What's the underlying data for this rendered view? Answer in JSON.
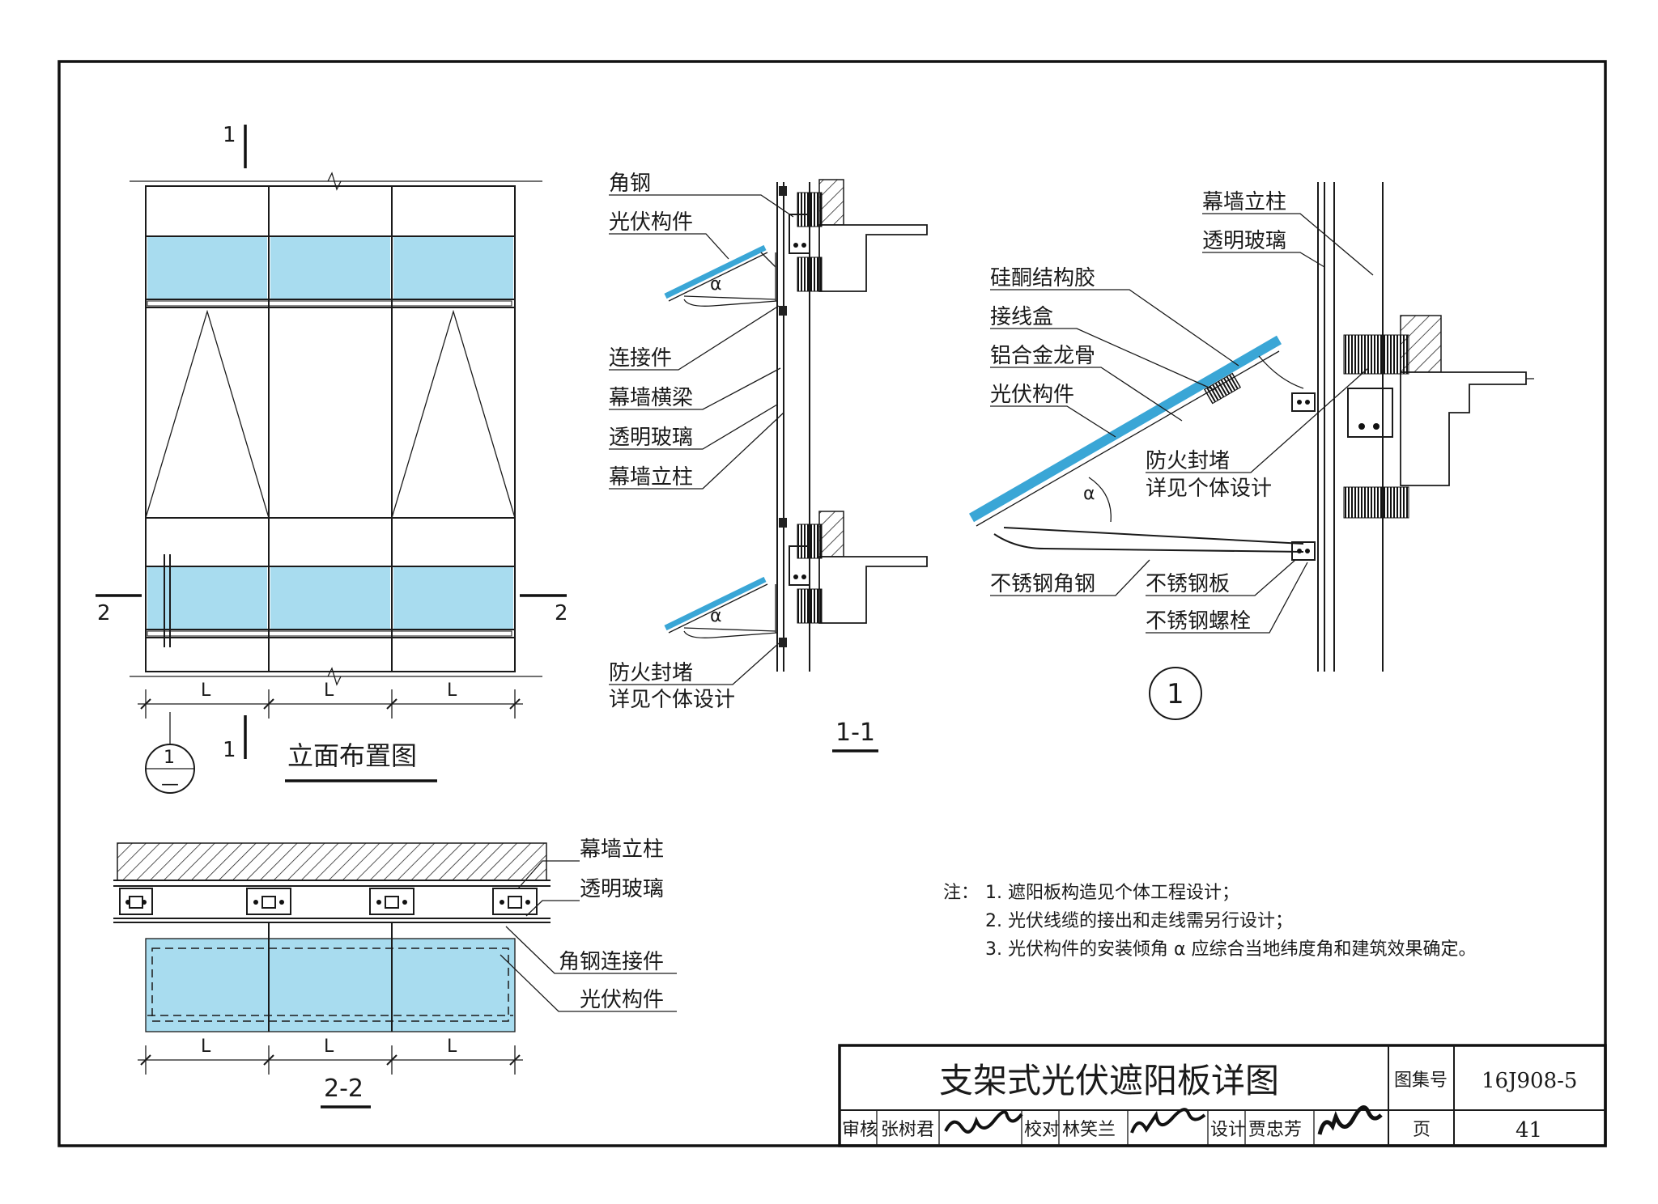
{
  "elevation": {
    "section_mark_top": "1",
    "section_mark_bottom": "1",
    "section_2_left": "2",
    "section_2_right": "2",
    "dims": [
      "L",
      "L",
      "L"
    ],
    "detail_ref_num": "1",
    "detail_ref_sheet": "—",
    "title": "立面布置图"
  },
  "section_1_1": {
    "labels": {
      "angle_steel": "角钢",
      "pv_component": "光伏构件",
      "connector": "连接件",
      "cw_transom": "幕墙横梁",
      "clear_glass": "透明玻璃",
      "cw_mullion": "幕墙立柱",
      "fire_seal_1": "防火封堵",
      "fire_seal_2": "详见个体设计",
      "alpha": "α"
    },
    "title": "1-1"
  },
  "detail_1": {
    "labels": {
      "cw_mullion": "幕墙立柱",
      "clear_glass": "透明玻璃",
      "silicone": "硅酮结构胶",
      "junction_box": "接线盒",
      "alu_keel": "铝合金龙骨",
      "pv_component": "光伏构件",
      "fire_seal_1": "防火封堵",
      "fire_seal_2": "详见个体设计",
      "ss_angle": "不锈钢角钢",
      "ss_plate": "不锈钢板",
      "ss_bolt": "不锈钢螺栓",
      "alpha": "α"
    },
    "number": "1"
  },
  "section_2_2": {
    "labels": {
      "cw_mullion": "幕墙立柱",
      "clear_glass": "透明玻璃",
      "angle_connector": "角钢连接件",
      "pv_component": "光伏构件"
    },
    "dims": [
      "L",
      "L",
      "L"
    ],
    "title": "2-2"
  },
  "notes": {
    "prefix": "注：",
    "items": [
      "1. 遮阳板构造见个体工程设计；",
      "2. 光伏线缆的接出和走线需另行设计；",
      "3. 光伏构件的安装倾角 α 应综合当地纬度角和建筑效果确定。"
    ]
  },
  "title_block": {
    "title": "支架式光伏遮阳板详图",
    "atlas_label": "图集号",
    "atlas_no": "16J908-5",
    "page_label": "页",
    "page_no": "41",
    "review_label": "审核",
    "reviewer": "张树君",
    "check_label": "校对",
    "checker": "林笑兰",
    "design_label": "设计",
    "designer": "贾忠芳"
  }
}
